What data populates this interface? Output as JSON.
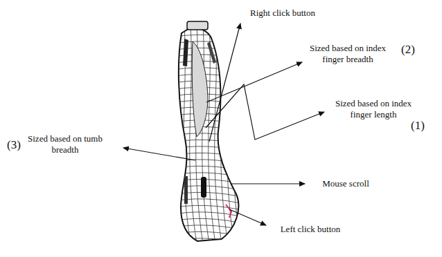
{
  "diagram": {
    "labels": [
      "Right click button",
      "Sized based on index finger breadth",
      "(2)",
      "Sized based on index finger length",
      "(1)",
      "(3)",
      "Sized based on tumb breadth",
      "Mouse scroll",
      "Left click button"
    ]
  }
}
